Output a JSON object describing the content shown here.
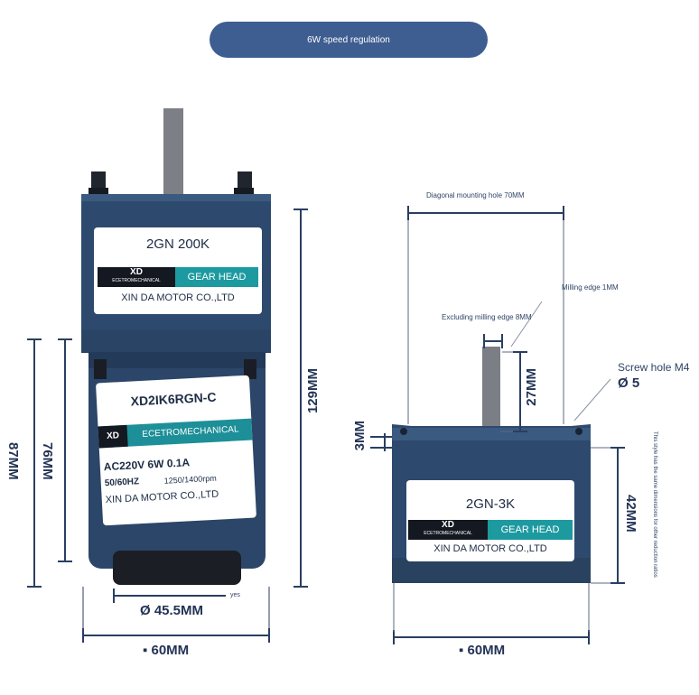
{
  "banner": {
    "text": "6W speed regulation"
  },
  "left_motor": {
    "gearhead_label": {
      "model": "2GN  200K",
      "brand_badge": "XD",
      "brand_sub": "ECETROMECHANICAL",
      "type": "GEAR HEAD",
      "maker": "XIN DA MOTOR CO.,LTD"
    },
    "motor_label": {
      "model": "XD2IK6RGN-C",
      "brand_badge": "XD",
      "brand_sub": "ECETROMECHANICAL",
      "spec_line1": "AC220V  6W   0.1A",
      "spec_freq": "50/60HZ",
      "spec_rpm": "1250/1400rpm",
      "maker": "XIN DA MOTOR CO.,LTD"
    },
    "dimensions": {
      "height_total": "129MM",
      "height_motor": "87MM",
      "height_body": "76MM",
      "diameter": "Ø 45.5MM",
      "diameter_note": "yes",
      "width": "60MM"
    }
  },
  "right_gearhead": {
    "label": {
      "model": "2GN-3K",
      "brand_badge": "XD",
      "brand_sub": "ECETROMECHANICAL",
      "type": "GEAR HEAD",
      "maker": "XIN DA MOTOR CO.,LTD"
    },
    "dimensions": {
      "diagonal": "Diagonal mounting hole 70MM",
      "milling_edge": "Milling edge 1MM",
      "excluding_milling": "Excluding milling edge 8MM",
      "shaft_length": "27MM",
      "screw_hole": "Screw hole M4",
      "screw_dia": "Ø 5",
      "flange": "3MM",
      "height": "42MM",
      "width": "60MM"
    }
  },
  "side_note": "This style has the same dimensions for other reduction ratios",
  "bullet": "▪"
}
